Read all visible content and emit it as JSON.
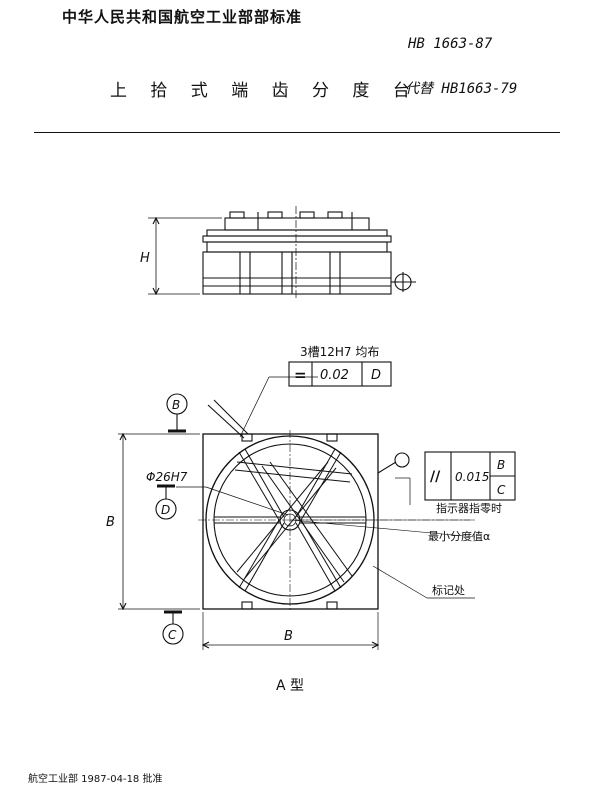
{
  "header": {
    "organization": "中华人民共和国航空工业部部标准",
    "standard_no": "HB 1663-87",
    "title": "上 拾 式 端 齿 分 度 台",
    "replaces": "代替 HB1663-79"
  },
  "drawing": {
    "side_view": {
      "height_dim": "H"
    },
    "flatness_callout": {
      "note": "3槽12H7 均布",
      "symbol": "=",
      "tolerance": "0.02",
      "datum": "D"
    },
    "parallel_callout": {
      "symbol": "//",
      "tolerance": "0.015",
      "datum_b": "B",
      "datum_c": "C"
    },
    "notes": {
      "pointer": "指示器指零时",
      "min_index": "最小分度值α",
      "mark": "标记处"
    },
    "datum_b": "B",
    "datum_c": "C",
    "datum_d": "D",
    "bore": "Φ26H7",
    "width_dim": "B",
    "height_dim_b": "B",
    "caption": "A 型"
  },
  "footer": {
    "text": "航空工业部 1987-04-18 批准"
  }
}
